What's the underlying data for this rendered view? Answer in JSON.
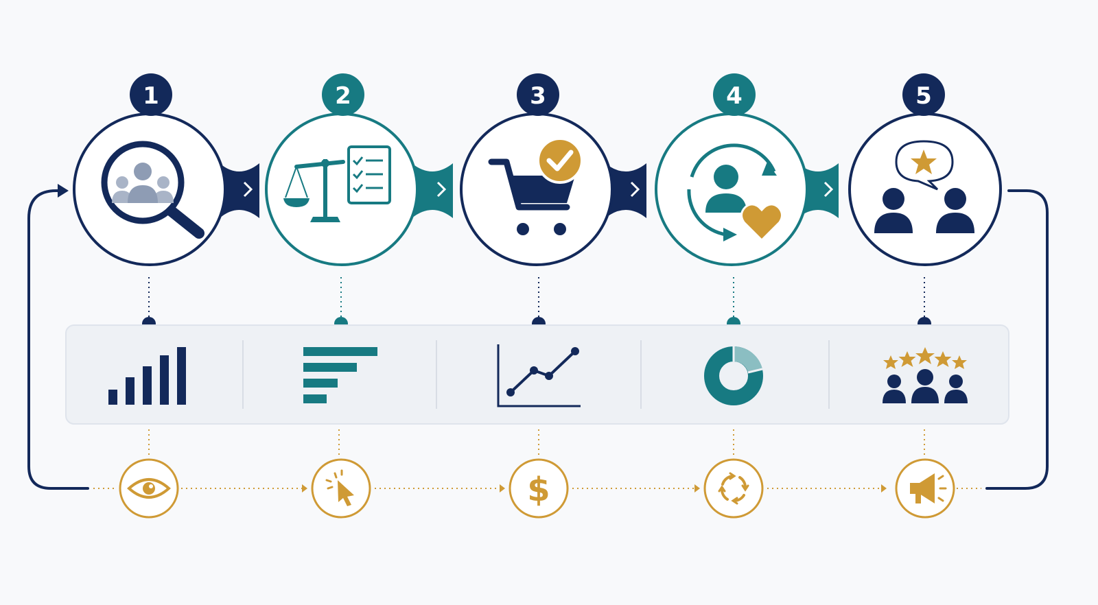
{
  "colors": {
    "navy": "#13295a",
    "teal": "#177a82",
    "gold": "#cf9a35",
    "gray_people": "#8e9cb4",
    "panel_bg": "#eef1f5",
    "background": "#f8f9fb"
  },
  "steps": [
    {
      "number": "1",
      "color": "navy",
      "icon": "magnifier-people-icon",
      "metric_icon": "bar-chart-icon",
      "bottom_icon": "eye-icon"
    },
    {
      "number": "2",
      "color": "teal",
      "icon": "scale-checklist-icon",
      "metric_icon": "funnel-bars-icon",
      "bottom_icon": "cursor-click-icon"
    },
    {
      "number": "3",
      "color": "navy",
      "icon": "cart-check-icon",
      "metric_icon": "line-chart-icon",
      "bottom_icon": "dollar-icon"
    },
    {
      "number": "4",
      "color": "teal",
      "icon": "user-loop-heart-icon",
      "metric_icon": "donut-chart-icon",
      "bottom_icon": "refresh-icon"
    },
    {
      "number": "5",
      "color": "navy",
      "icon": "people-star-bubble-icon",
      "metric_icon": "stars-people-icon",
      "bottom_icon": "megaphone-icon"
    }
  ],
  "connector_icon": "chevron-right-icon",
  "loop_icon": "loop-arrow-icon"
}
